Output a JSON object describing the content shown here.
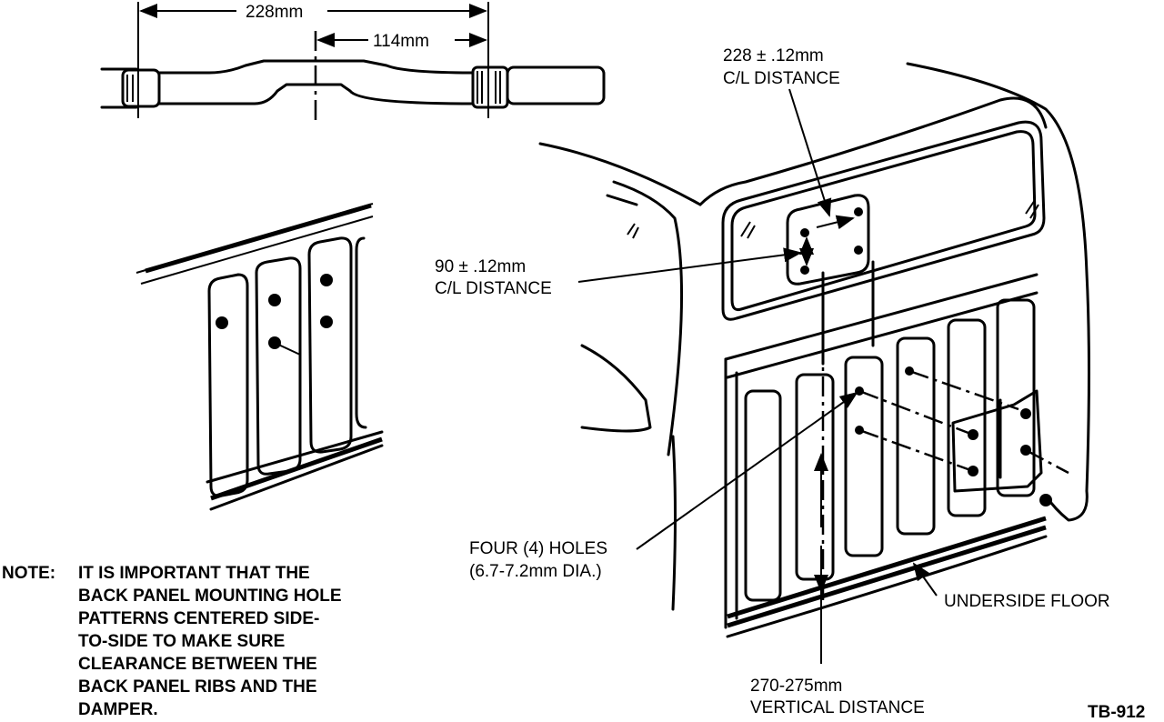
{
  "top_view": {
    "overall_dim": "228mm",
    "half_dim": "114mm"
  },
  "callouts": {
    "cl_228_value": "228 ± .12mm",
    "cl_228_label": "C/L DISTANCE",
    "cl_90_value": "90 ± .12mm",
    "cl_90_label": "C/L DISTANCE",
    "holes_line1": "FOUR (4) HOLES",
    "holes_line2": "(6.7-7.2mm DIA.)",
    "underside_floor": "UNDERSIDE FLOOR",
    "vertical_value": "270-275mm",
    "vertical_label": "VERTICAL DISTANCE"
  },
  "note": {
    "prefix": "NOTE:",
    "lines": [
      "IT IS IMPORTANT THAT THE",
      "BACK PANEL MOUNTING HOLE",
      "PATTERNS CENTERED SIDE-",
      "TO-SIDE TO MAKE SURE",
      "CLEARANCE BETWEEN THE",
      "BACK PANEL RIBS AND THE",
      "DAMPER."
    ]
  },
  "figure_id": "TB-912"
}
